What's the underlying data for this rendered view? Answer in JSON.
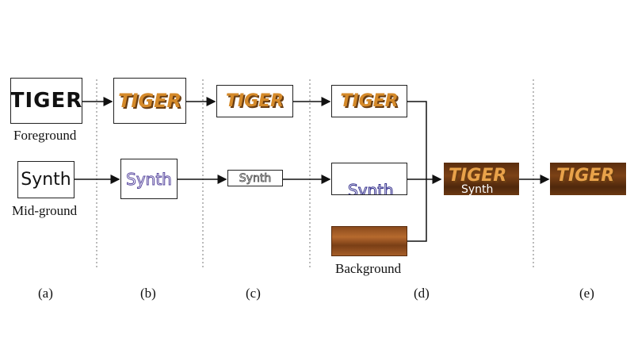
{
  "foreground_word": "TIGER",
  "midground_word": "Synth",
  "labels": {
    "foreground": "Foreground",
    "midground": "Mid-ground",
    "background": "Background"
  },
  "stages": [
    "(a)",
    "(b)",
    "(c)",
    "(d)",
    "(e)"
  ],
  "colors": {
    "text_texture": "#d58a2a",
    "text_shadow": "#6b3e12",
    "wood": "#8a4a1c",
    "synth_stroke": "#5a4aa0"
  }
}
